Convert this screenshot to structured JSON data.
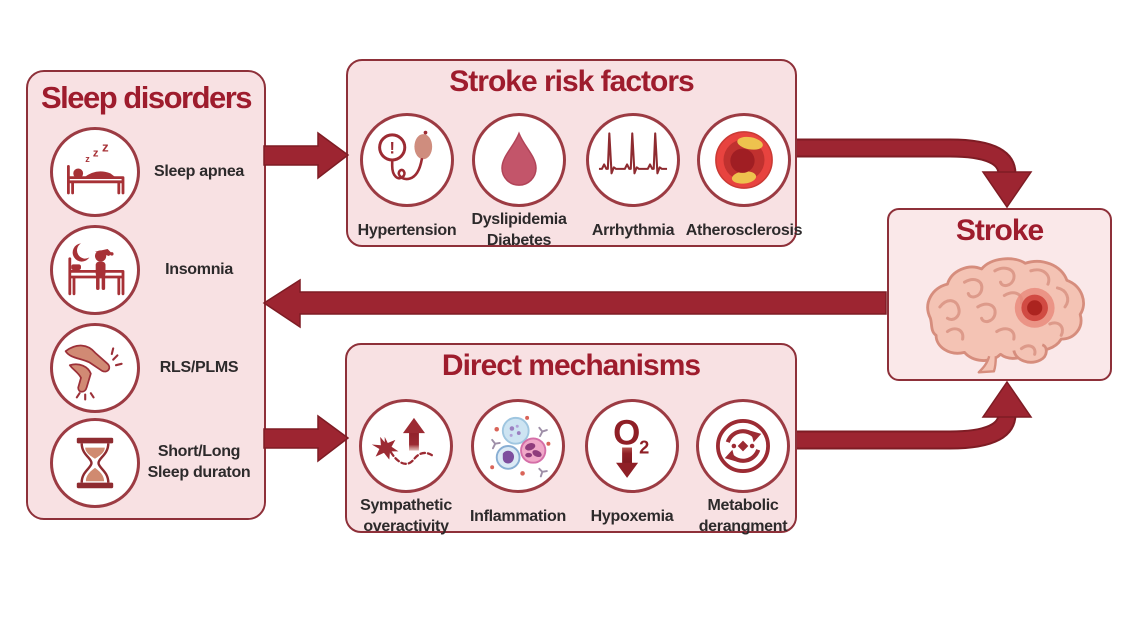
{
  "colors": {
    "panel_bg": "#f8e1e3",
    "panel_border": "#8e3039",
    "title_red": "#9e1c2d",
    "arrow_red": "#9d2531",
    "label_dark": "#2d2a2b",
    "icon_maroon": "#9c2b33",
    "salmon": "#d08e79",
    "blood_drop_rose": "#c3556a",
    "artery_red": "#e8433f",
    "plaque_yellow": "#eec24e",
    "brain_pink": "#f4c3b4",
    "lesion_red": "#ac241f"
  },
  "panels": {
    "sleep_disorders": {
      "title": "Sleep disorders",
      "items": [
        {
          "label": "Sleep apnea",
          "icon": "sleeping-in-bed-icon"
        },
        {
          "label": "Insomnia",
          "icon": "insomnia-moon-bed-icon"
        },
        {
          "label": "RLS/PLMS",
          "icon": "restless-legs-icon"
        },
        {
          "label": "Short/Long\nSleep duraton",
          "icon": "hourglass-icon"
        }
      ]
    },
    "stroke_risk_factors": {
      "title": "Stroke risk factors",
      "items": [
        {
          "label": "Hypertension",
          "icon": "blood-pressure-monitor-icon"
        },
        {
          "label": "Dyslipidemia\nDiabetes",
          "icon": "blood-drop-icon"
        },
        {
          "label": "Arrhythmia",
          "icon": "ecg-trace-icon"
        },
        {
          "label": "Atherosclerosis",
          "icon": "artery-plaque-icon"
        }
      ]
    },
    "direct_mechanisms": {
      "title": "Direct mechanisms",
      "items": [
        {
          "label": "Sympathetic\noveractivity",
          "icon": "neuron-up-arrow-icon"
        },
        {
          "label": "Inflammation",
          "icon": "immune-cells-icon"
        },
        {
          "label": "Hypoxemia",
          "icon": "low-oxygen-icon"
        },
        {
          "label": "Metabolic\nderangment",
          "icon": "metabolic-cycle-icon"
        }
      ]
    },
    "stroke": {
      "title": "Stroke",
      "image": "brain-with-stroke-lesion"
    }
  },
  "icon_text": {
    "sleep_z1": "z",
    "sleep_z2": "z",
    "sleep_z3": "z",
    "gauge_mark": "!",
    "o2_main": "O",
    "o2_sub": "2"
  },
  "arrows": [
    {
      "name": "sleep-to-risk-factors",
      "direction": "right"
    },
    {
      "name": "sleep-to-mechanisms",
      "direction": "right"
    },
    {
      "name": "risk-factors-to-stroke",
      "direction": "right-then-down"
    },
    {
      "name": "mechanisms-to-stroke",
      "direction": "right-then-up"
    },
    {
      "name": "stroke-to-sleep-feedback",
      "direction": "left"
    }
  ]
}
